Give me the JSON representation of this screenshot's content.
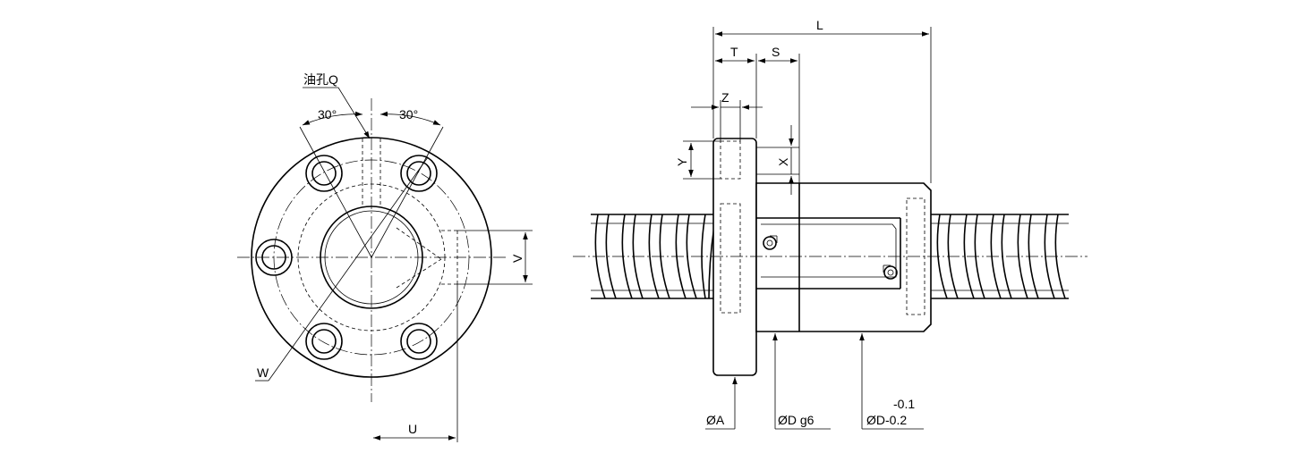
{
  "front_view": {
    "oil_hole_label": "油孔Q",
    "angle_left": "30°",
    "angle_right": "30°",
    "w_label": "W",
    "u_label": "U",
    "v_label": "V"
  },
  "side_view": {
    "l_label": "L",
    "t_label": "T",
    "s_label": "S",
    "z_label": "Z",
    "y_label": "Y",
    "x_label": "X",
    "dia_a_label": "ØA",
    "dia_d_g6_label": "ØD g6",
    "tol_upper": "-0.1",
    "dia_d_tol_label": "ØD-0.2"
  }
}
